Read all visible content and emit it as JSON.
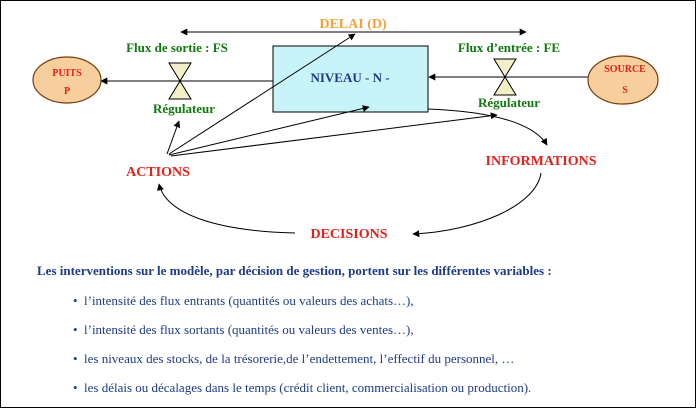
{
  "diagram": {
    "delai": "DELAI (D)",
    "flux_sortie": "Flux de sortie : FS",
    "flux_entree": "Flux d’entrée : FE",
    "puits_line1": "PUITS",
    "puits_line2": "P",
    "source_line1": "SOURCE",
    "source_line2": "S",
    "niveau": "NIVEAU - N -",
    "regulateur_left": "Régulateur",
    "regulateur_right": "Régulateur",
    "actions": "ACTIONS",
    "informations": "INFORMATIONS",
    "decisions": "DECISIONS"
  },
  "text": {
    "intro": "Les interventions sur le modèle, par décision de gestion, portent sur les différentes variables :",
    "bullets": [
      "l’intensité des flux entrants (quantités ou valeurs des achats…),",
      "l’intensité des flux sortants (quantités ou valeurs des ventes…),",
      "les niveaux des stocks, de la trésorerie,de l’endettement, l’effectif du personnel, …",
      "les délais ou décalages dans le temps (crédit client, commercialisation ou production)."
    ],
    "bullet_symbol": "•"
  },
  "colors": {
    "orange": "#f4a23c",
    "green": "#0f7a0f",
    "red": "#e3211c",
    "navy": "#1f3a8a",
    "niveau_fill": "#c8f3f8",
    "oval_fill": "#f7cf9c",
    "valve_fill": "#f2eec8"
  }
}
